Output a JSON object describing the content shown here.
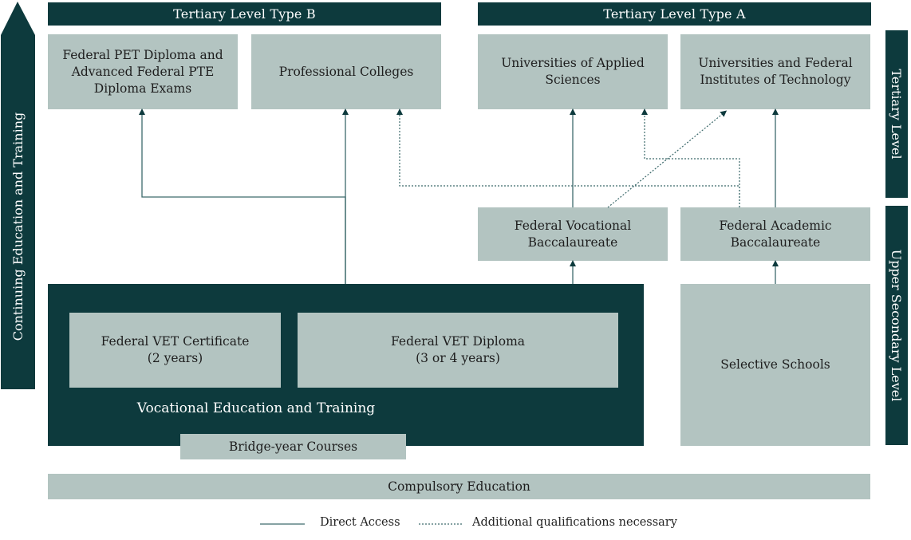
{
  "headers": {
    "type_b": "Tertiary Level Type B",
    "type_a": "Tertiary Level Type A"
  },
  "side_labels": {
    "left": "Continuing Education and Training",
    "tertiary": "Tertiary Level",
    "upper_secondary": "Upper Secondary Level"
  },
  "institutions": {
    "pet_diploma": "Federal PET Diploma and\nAdvanced Federal PTE\nDiploma Exams",
    "professional_colleges": "Professional Colleges",
    "uas": "Universities of Applied\nSciences",
    "universities_fit": "Universities and Federal\nInstitutes of Technology",
    "vocational_bacc": "Federal Vocational\nBaccalaureate",
    "academic_bacc": "Federal Academic\nBaccalaureate",
    "vet_certificate": "Federal VET Certificate\n(2 years)",
    "vet_diploma": "Federal VET Diploma\n(3 or 4 years)",
    "vet_label": "Vocational Education and Training",
    "selective_schools": "Selective Schools",
    "bridge_year": "Bridge-year Courses",
    "compulsory": "Compulsory Education"
  },
  "legend": {
    "direct": "Direct Access",
    "additional": "Additional qualifications necessary"
  },
  "colors": {
    "dark_teal": "#0d3a3d",
    "box_grey": "#b3c4c1",
    "line": "#3d6a6c"
  }
}
